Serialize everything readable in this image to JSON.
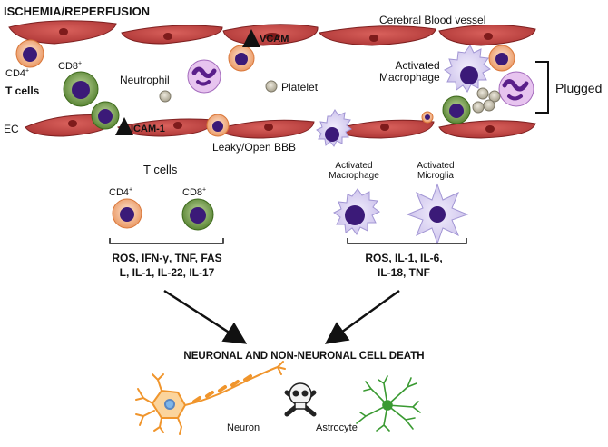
{
  "title": "ISCHEMIA/REPERFUSION",
  "vessel": {
    "label": "Cerebral Blood vessel",
    "vcam": "VCAM",
    "icam": "ICAM-1",
    "ec": "EC",
    "leaky": "Leaky/Open BBB",
    "neutrophil": "Neutrophil",
    "platelet": "Platelet",
    "activated_macrophage": "Activated\nMacrophage",
    "plugged": "Plugged",
    "tcells": {
      "cd4": "CD4",
      "cd8": "CD8",
      "sup": "+",
      "label": "T cells"
    }
  },
  "left_panel": {
    "title": "T cells",
    "cd4": "CD4",
    "cd8": "CD8",
    "sup": "+",
    "cytokines_line1": "ROS, IFN-γ, TNF, FAS",
    "cytokines_line2": "L, IL-1, IL-22, IL-17"
  },
  "right_panel": {
    "macrophage": "Activated\nMacrophage",
    "microglia": "Activated\nMicroglia",
    "cytokines_line1": "ROS, IL-1, IL-6,",
    "cytokines_line2": "IL-18, TNF"
  },
  "outcome": "NEURONAL AND NON-NEURONAL CELL DEATH",
  "neuron": "Neuron",
  "astrocyte": "Astrocyte",
  "colors": {
    "endothelial": "#b83a3a",
    "endothelial_dark": "#8e2424",
    "cd4_ring": "#e9925a",
    "cd8_ring": "#5d8a32",
    "nucleus": "#3b1a78",
    "macrophage": "#d9d0f2",
    "platelet": "#b9b4a3",
    "neuron": "#f0952c",
    "astrocyte": "#3a9a32"
  }
}
